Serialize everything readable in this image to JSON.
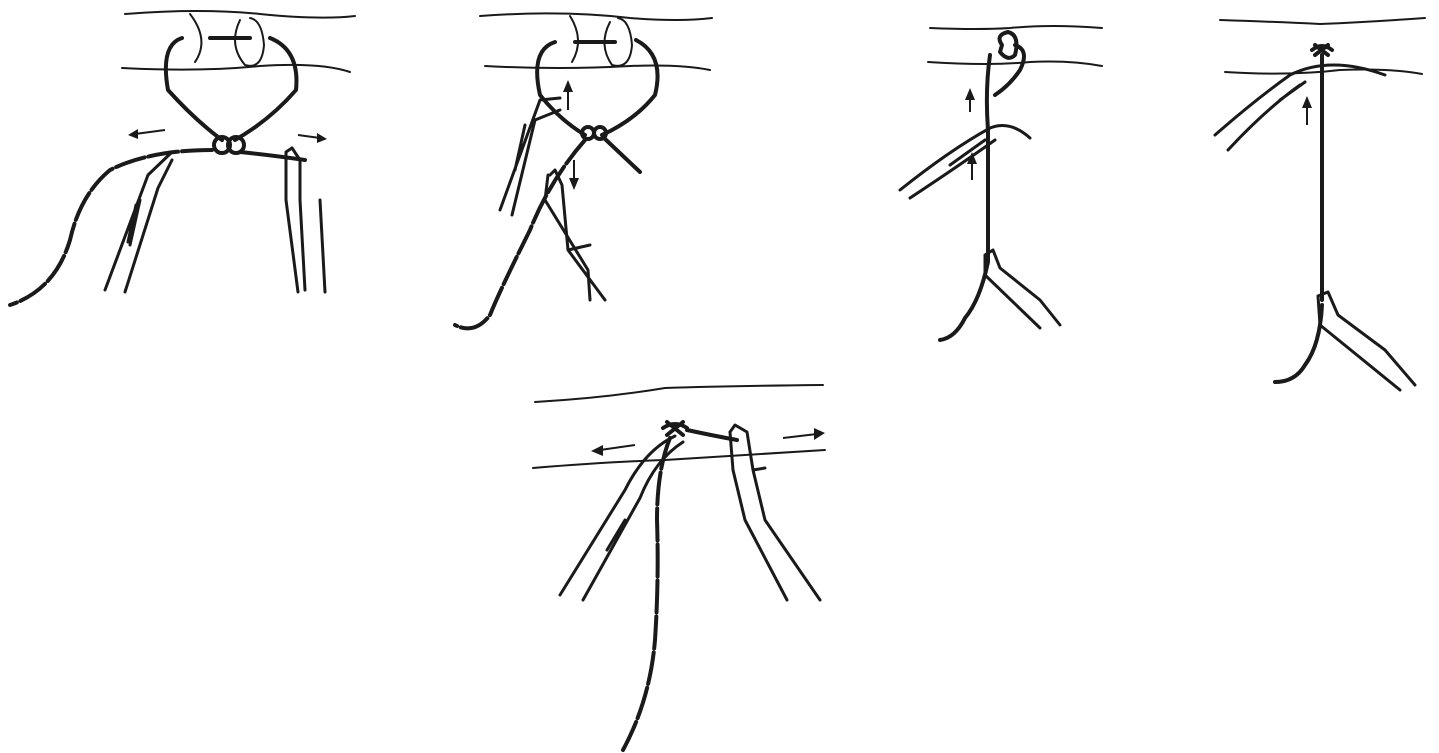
{
  "figure": {
    "panel_count": 5,
    "panels": [
      {
        "id": "panel-1",
        "description_icon": "square-knot-forming-icon"
      },
      {
        "id": "panel-2",
        "description_icon": "knot-sliding-icon"
      },
      {
        "id": "panel-3",
        "description_icon": "knot-pushing-icon"
      },
      {
        "id": "panel-4",
        "description_icon": "knot-seated-icon"
      },
      {
        "id": "panel-5",
        "description_icon": "knot-tightening-icon"
      }
    ]
  },
  "colors": {
    "ink": "#1a1a1a",
    "background": "#ffffff"
  }
}
